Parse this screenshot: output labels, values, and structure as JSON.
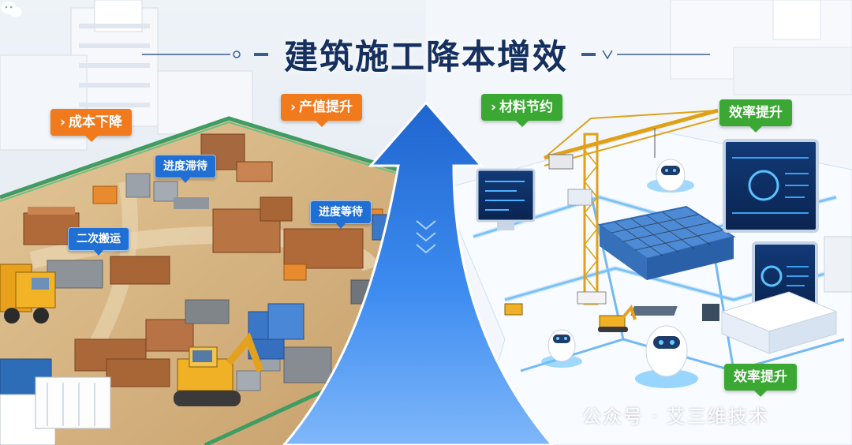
{
  "title": "建筑施工降本增效",
  "tags": {
    "cost_down": "成本下降",
    "output_up": "产值提升",
    "material_save": "材料节约",
    "efficiency_up_top": "效率提升",
    "efficiency_up_bottom": "效率提升"
  },
  "issues": {
    "progress_stall": "进度滞待",
    "secondary_transport": "二次搬运",
    "progress_wait": "进度等待"
  },
  "watermark": "公众号 · 艾三维技术",
  "icons": {
    "chevron": "chevron-right-icon",
    "watermark_logo": "wechat-icon"
  },
  "colors": {
    "orange_tag": "#f07a1c",
    "green_tag": "#3aa832",
    "blue_tag": "#1f6fd4",
    "arrow": "#2f7fe6",
    "title": "#15305f"
  }
}
